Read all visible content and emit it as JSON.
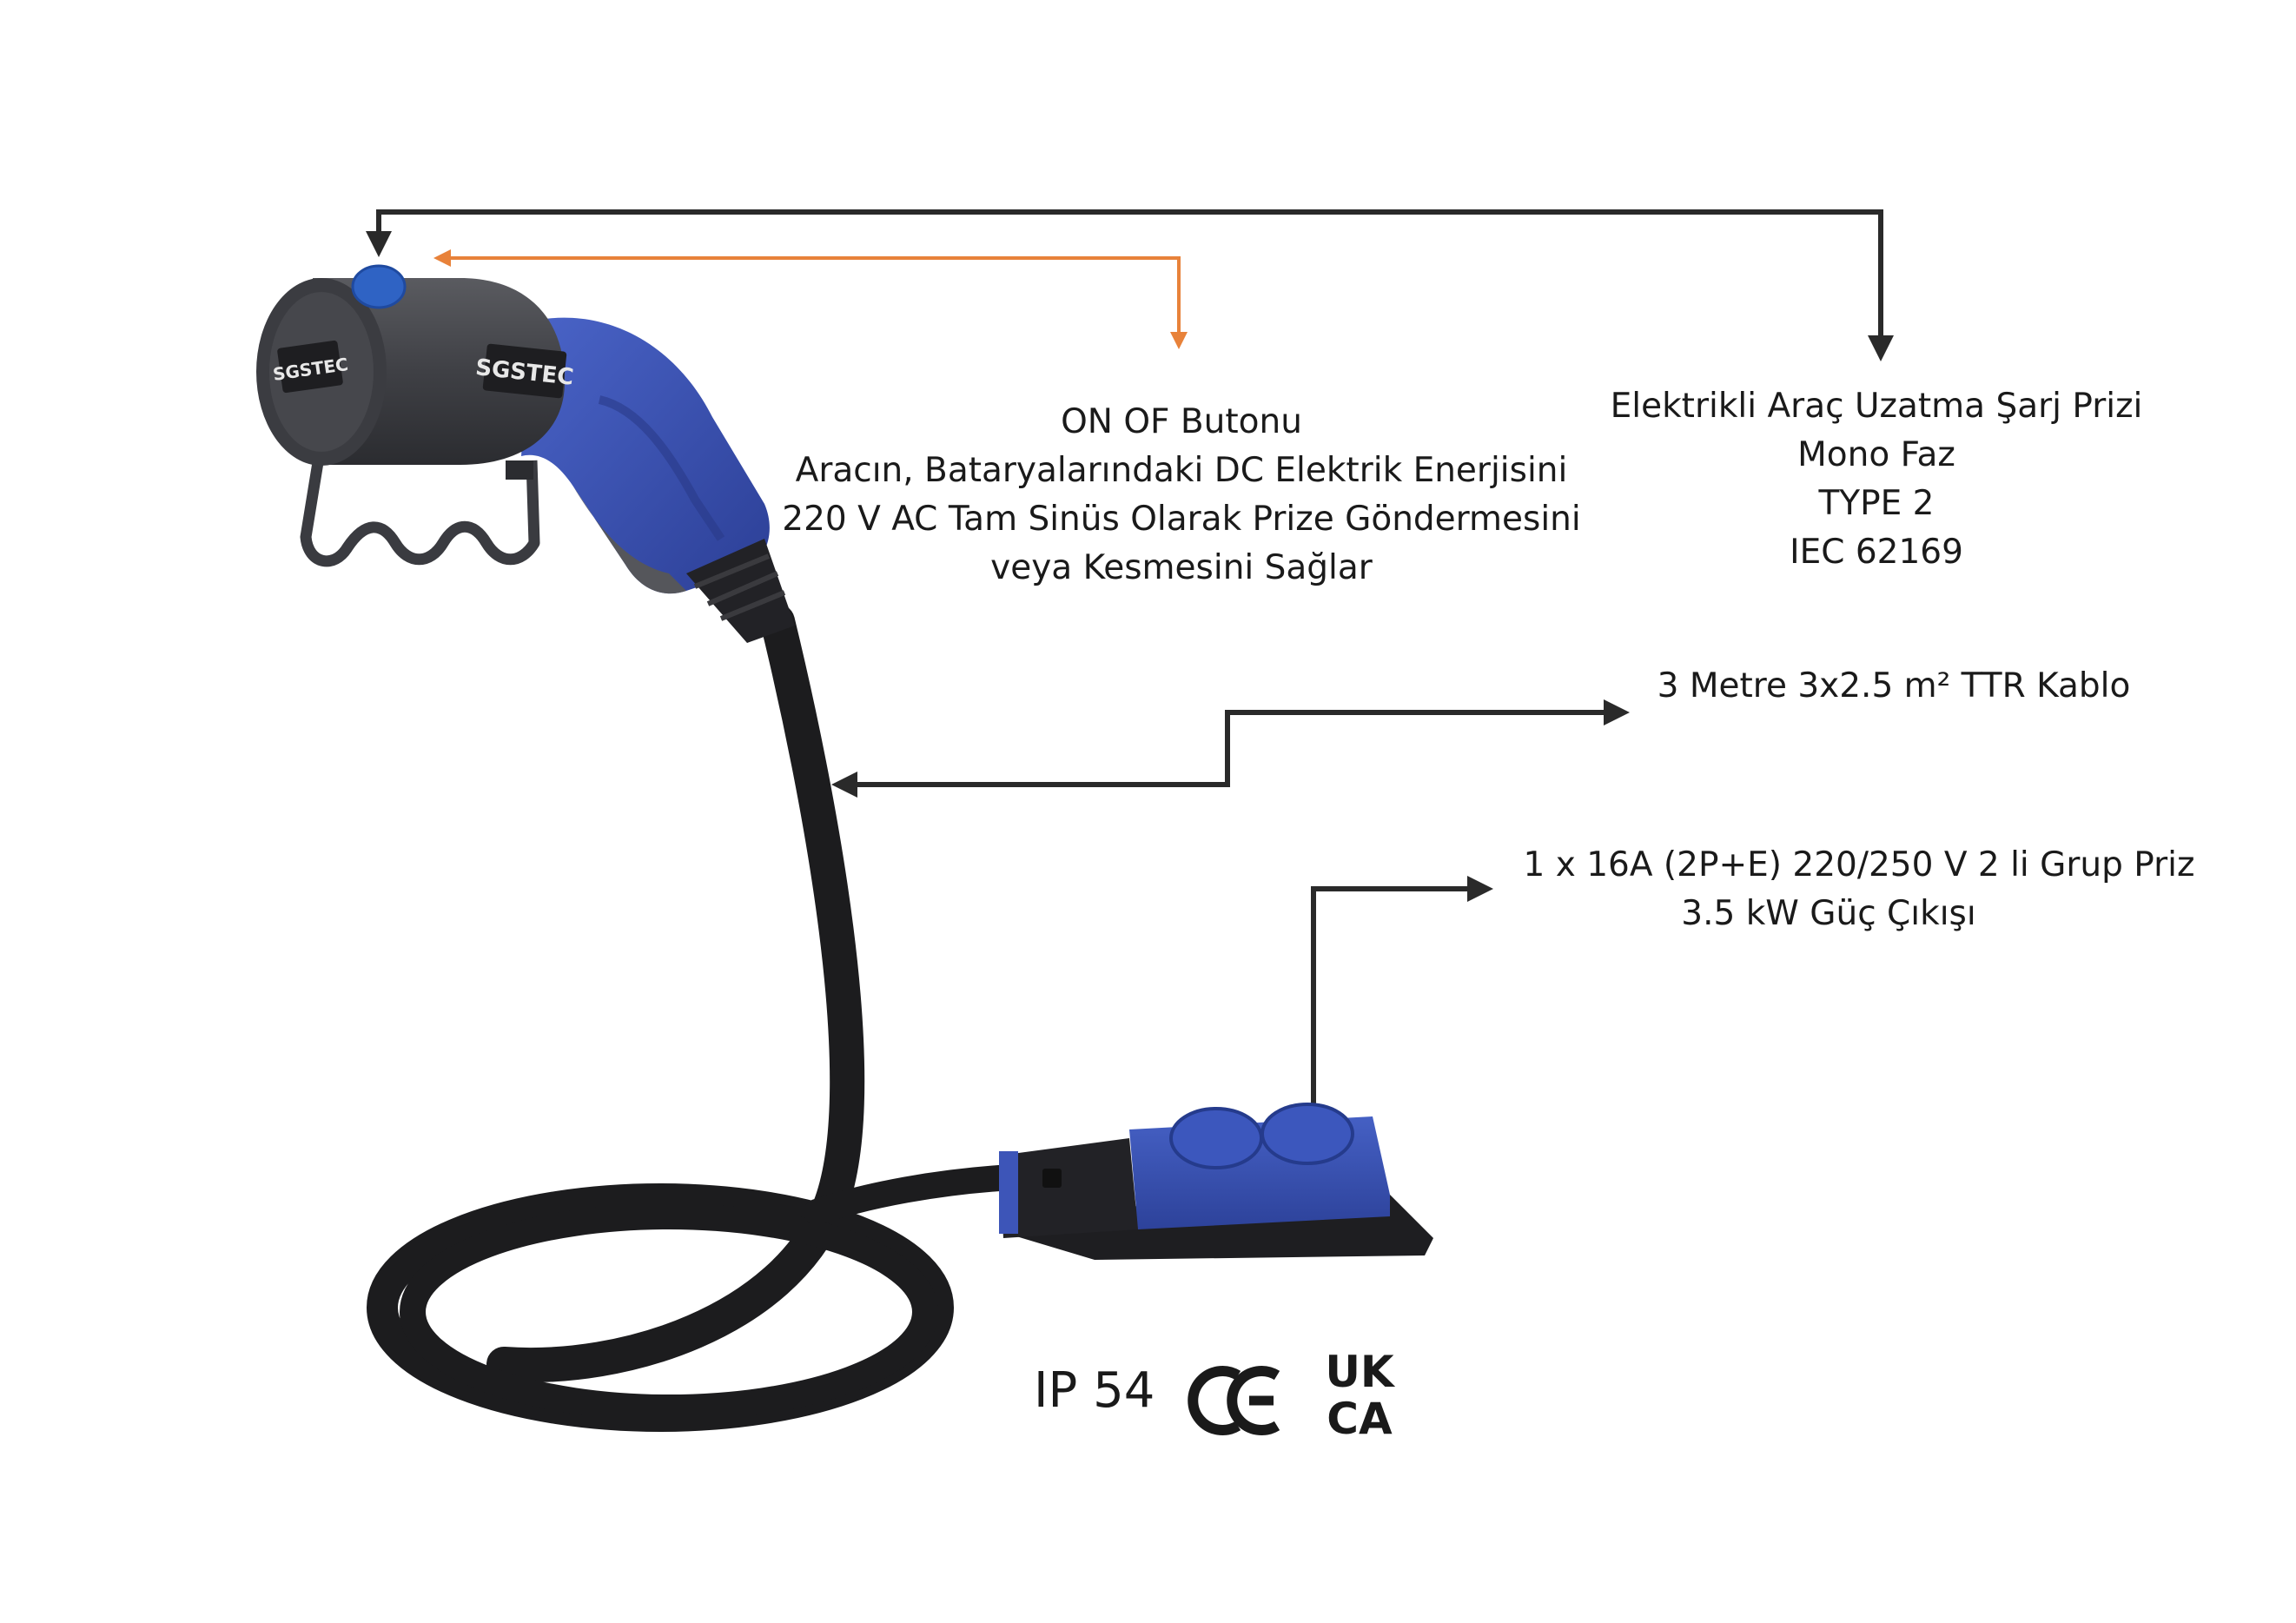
{
  "callouts": {
    "button": {
      "title": "ON OF Butonu",
      "line2": "Aracın, Bataryalarındaki DC Elektrik Enerjisini",
      "line3": "220 V AC Tam Sinüs Olarak Prize Göndermesini",
      "line4": "veya Kesmesini Sağlar"
    },
    "product": {
      "line1": "Elektrikli Araç Uzatma Şarj Prizi",
      "line2": "Mono Faz",
      "line3": "TYPE 2",
      "line4": "IEC 62169"
    },
    "cable": {
      "line1": "3 Metre 3x2.5 m² TTR Kablo"
    },
    "socket": {
      "line1": "1 x 16A (2P+E) 220/250 V 2 li Grup Priz",
      "line2": "3.5 kW Güç Çıkışı"
    }
  },
  "brand_label": "SGSTEC",
  "ip_rating": "IP 54",
  "certifications": {
    "ce": "CE",
    "ukca_top": "UK",
    "ukca_bottom": "CA"
  },
  "colors": {
    "plug_blue": "#3d55b8",
    "housing_gray": "#45464b",
    "cable_black": "#1c1c1e",
    "arrow_black": "#2a2a2a",
    "arrow_orange": "#e8823a",
    "button_blue": "#2f63c4"
  }
}
